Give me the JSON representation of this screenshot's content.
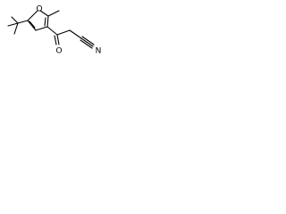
{
  "molecule": {
    "atoms": {
      "ring_oxygen": "O",
      "carbonyl_oxygen": "O",
      "nitrile_nitrogen": "N"
    }
  },
  "colors": {
    "bond": "#000000",
    "background": "#ffffff",
    "label": "#000000"
  }
}
